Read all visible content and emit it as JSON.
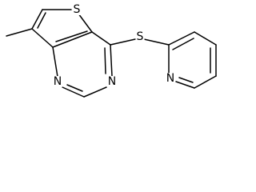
{
  "molecule": {
    "atoms": {
      "s_thiophene": "S",
      "s_thioether": "S",
      "n_pyrimidine_top": "N",
      "n_pyrimidine_bottom": "N",
      "n_pyridine": "N"
    },
    "colors": {
      "bond": "#000000",
      "label": "#000000",
      "background": "#ffffff"
    }
  }
}
